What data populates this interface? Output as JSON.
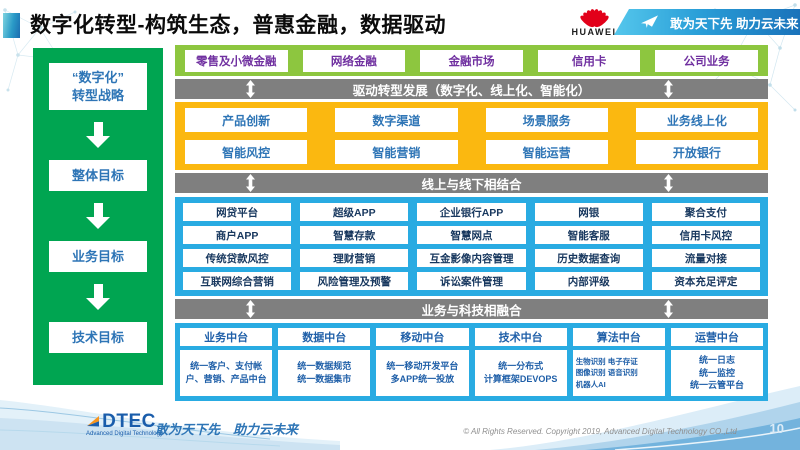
{
  "header": {
    "title": "数字化转型-构筑生态，普惠金融，数据驱动",
    "huawei_label": "HUAWEI",
    "ribbon_slogan": "敢为天下先 助力云未来"
  },
  "sidebar": {
    "items": [
      "“数字化”\n转型战略",
      "整体目标",
      "业务目标",
      "技术目标"
    ]
  },
  "flow": {
    "business_row": [
      "零售及小微金融",
      "网络金融",
      "金融市场",
      "信用卡",
      "公司业务"
    ],
    "bars": [
      "驱动转型发展（数字化、线上化、智能化）",
      "线上与线下相结合",
      "业务与科技相融合"
    ],
    "capability_rows": [
      [
        "产品创新",
        "数字渠道",
        "场景服务",
        "业务线上化"
      ],
      [
        "智能风控",
        "智能营销",
        "智能运营",
        "开放银行"
      ]
    ],
    "app_rows": [
      [
        "网贷平台",
        "超级APP",
        "企业银行APP",
        "网银",
        "聚合支付"
      ],
      [
        "商户APP",
        "智慧存款",
        "智慧网点",
        "智能客服",
        "信用卡风控"
      ],
      [
        "传统贷款风控",
        "理财营销",
        "互金影像内容管理",
        "历史数据查询",
        "流量对接"
      ],
      [
        "互联网综合营销",
        "风险管理及预警",
        "诉讼案件管理",
        "内部评级",
        "资本充足评定"
      ]
    ]
  },
  "platforms": {
    "items": [
      {
        "title": "业务中台",
        "desc": "统一客户、支付帐户、营销、产品中台"
      },
      {
        "title": "数据中台",
        "desc": "统一数据规范\n统一数据集市"
      },
      {
        "title": "移动中台",
        "desc": "统一移动开发平台\n多APP统一投放"
      },
      {
        "title": "技术中台",
        "desc": "统一分布式\n计算框架DEVOPS"
      },
      {
        "title": "算法中台",
        "desc": "生物识别 电子存证\n图像识别 语音识别\n机器人AI"
      },
      {
        "title": "运营中台",
        "desc": "统一日志\n统一监控\n统一云管平台"
      }
    ]
  },
  "footer": {
    "logo": "DTEC",
    "logo_sub": "Advanced Digital Technology",
    "slogan": "敢为天下先　助力云未来",
    "copyright": "© All Rights Reserved. Copyright 2019, Advanced Digital Technology CO.,Ltd",
    "page": "10"
  },
  "icons": {
    "down_arrow": "↓",
    "updown_arrow": "↕",
    "paper_plane": "✈"
  },
  "colors": {
    "sidebar_green": "#00A551",
    "row_green": "#8DC63F",
    "gold": "#FBB810",
    "blue": "#29ABE2",
    "gray_bar": "#7F7F7F",
    "huawei_red": "#E2001A",
    "text_blue": "#2E75B6",
    "text_purple": "#7030A0",
    "text_navy": "#17375E"
  }
}
